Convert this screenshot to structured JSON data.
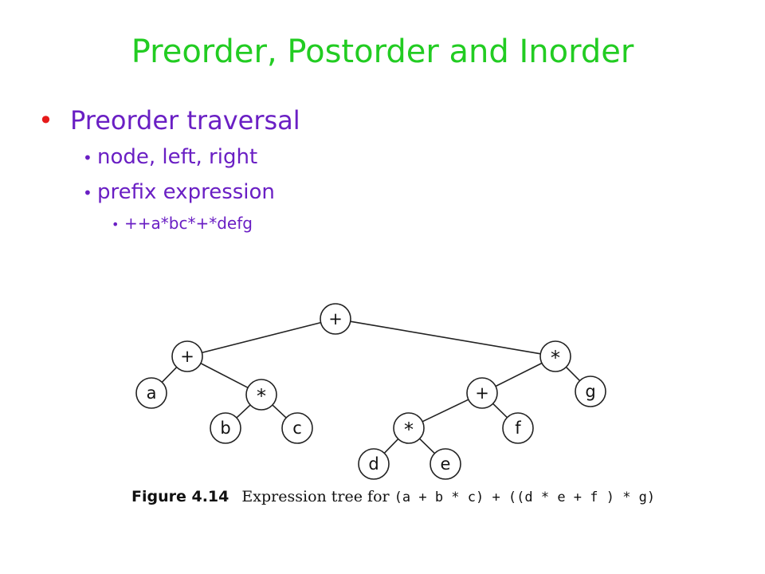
{
  "title": "Preorder, Postorder and Inorder",
  "bullets": {
    "main": "Preorder traversal",
    "sub1": "node, left, right",
    "sub2": "prefix expression",
    "sub3": "++a*bc*+*defg"
  },
  "figure": {
    "number": "Figure 4.14",
    "caption_text": "Expression tree for",
    "caption_expr": "(a + b * c) + ((d * e + f ) * g)",
    "nodes": [
      {
        "id": "n0",
        "label": "+"
      },
      {
        "id": "n1",
        "label": "+"
      },
      {
        "id": "n2",
        "label": "*"
      },
      {
        "id": "n3",
        "label": "a"
      },
      {
        "id": "n4",
        "label": "*"
      },
      {
        "id": "n5",
        "label": "b"
      },
      {
        "id": "n6",
        "label": "c"
      },
      {
        "id": "n7",
        "label": "+"
      },
      {
        "id": "n8",
        "label": "g"
      },
      {
        "id": "n9",
        "label": "*"
      },
      {
        "id": "n10",
        "label": "f"
      },
      {
        "id": "n11",
        "label": "d"
      },
      {
        "id": "n12",
        "label": "e"
      }
    ],
    "edges": [
      [
        "n0",
        "n1"
      ],
      [
        "n0",
        "n2"
      ],
      [
        "n1",
        "n3"
      ],
      [
        "n1",
        "n4"
      ],
      [
        "n4",
        "n5"
      ],
      [
        "n4",
        "n6"
      ],
      [
        "n2",
        "n7"
      ],
      [
        "n2",
        "n8"
      ],
      [
        "n7",
        "n9"
      ],
      [
        "n7",
        "n10"
      ],
      [
        "n9",
        "n11"
      ],
      [
        "n9",
        "n12"
      ]
    ]
  },
  "colors": {
    "title": "#22cc22",
    "text": "#6a1fc4",
    "main_bullet": "#e61a1a"
  }
}
